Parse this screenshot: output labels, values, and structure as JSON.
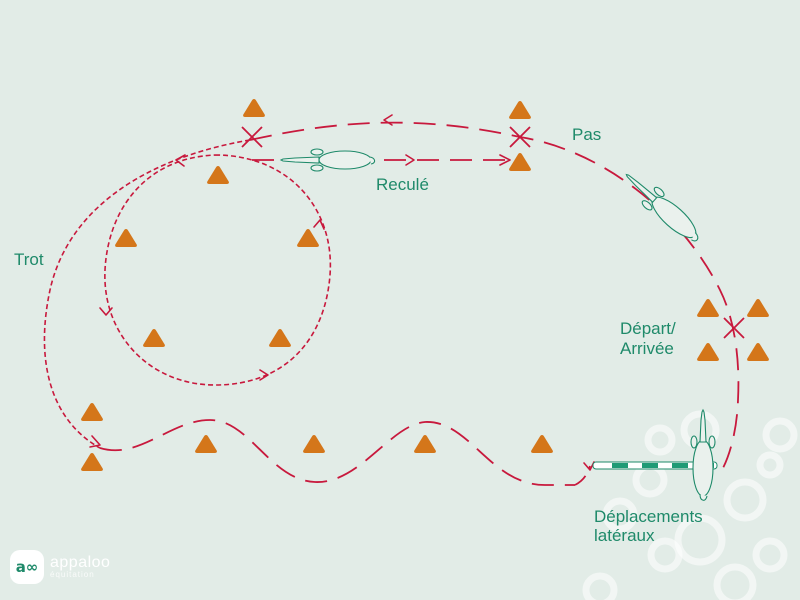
{
  "labels": {
    "pas": "Pas",
    "recule": "Reculé",
    "trot": "Trot",
    "depart_line1": "Départ/",
    "depart_line2": "Arrivée",
    "deplacements_line1": "Déplacements",
    "deplacements_line2": "latéraux"
  },
  "logo": {
    "mark": "a∞",
    "name": "appaloo",
    "tagline": "équitation"
  },
  "colors": {
    "background": "#e2ece7",
    "path": "#c8193d",
    "cone": "#d4761a",
    "label": "#1f8a6a"
  },
  "icons": {
    "cone": "cone-icon",
    "cross": "cross-marker-icon",
    "horse": "horse-icon",
    "pole": "ground-pole-icon",
    "logo": "appaloo-logo-icon"
  }
}
